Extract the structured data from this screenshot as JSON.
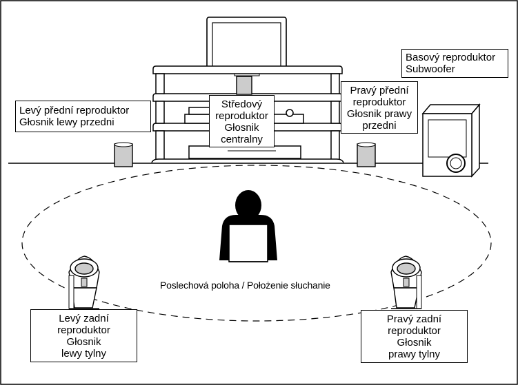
{
  "labels": {
    "front_left": [
      "Levý přední reproduktor",
      "Głosnik lewy przedni"
    ],
    "center": [
      "Středový",
      "reproduktor",
      "Głosnik",
      "centralny"
    ],
    "front_right": [
      "Pravý přední",
      "reproduktor",
      "Głosnik prawy",
      "przedni"
    ],
    "subwoofer": [
      "Basový reproduktor",
      "Subwoofer"
    ],
    "rear_left": [
      "Levý zadní",
      "reproduktor",
      "Głosnik",
      "lewy tylny"
    ],
    "rear_right": [
      "Pravý zadní",
      "reproduktor",
      "Głosnik",
      "prawy tylny"
    ]
  },
  "listening_position": "Poslechová poloha / Położenie słuchanie",
  "icons": [
    "tv-icon",
    "av-rack-icon",
    "speaker-icon",
    "subwoofer-icon",
    "listener-icon",
    "rear-speaker-icon"
  ],
  "colors": {
    "line": "#000000",
    "background": "#ffffff",
    "speaker_fill": "#cccccc"
  }
}
